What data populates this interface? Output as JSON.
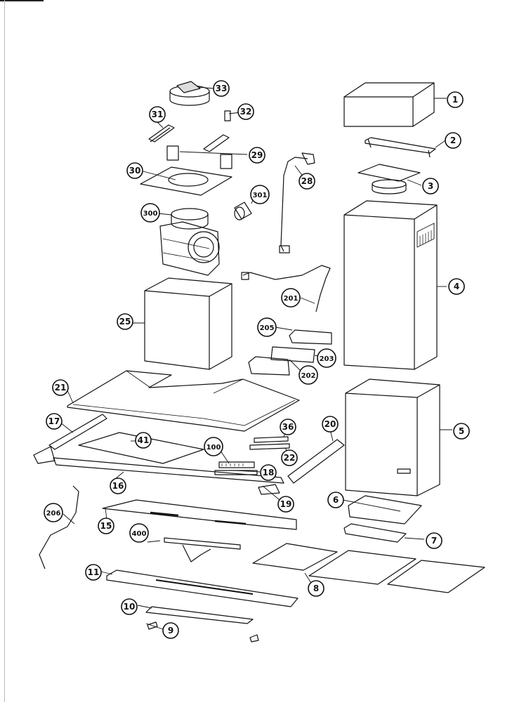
{
  "diagram": {
    "type": "exploded-parts-diagram",
    "callouts": [
      "1",
      "2",
      "3",
      "4",
      "5",
      "6",
      "7",
      "8",
      "9",
      "10",
      "11",
      "15",
      "16",
      "17",
      "18",
      "19",
      "20",
      "21",
      "22",
      "25",
      "28",
      "29",
      "30",
      "31",
      "32",
      "33",
      "36",
      "41",
      "100",
      "201",
      "202",
      "203",
      "205",
      "206",
      "300",
      "301",
      "400"
    ]
  }
}
